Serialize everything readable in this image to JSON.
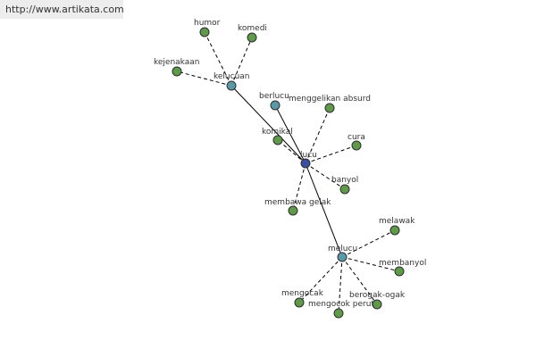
{
  "banner": {
    "url": "http://www.artikata.com"
  },
  "colors": {
    "center": "#3a4f9e",
    "related": "#5a9aa8",
    "leaf": "#5f9a4a",
    "stroke": "#2d2d2d",
    "line": "#000000"
  },
  "graph": {
    "center": "lucu",
    "nodes": [
      {
        "id": "lucu",
        "label": "lucu",
        "kind": "center"
      },
      {
        "id": "kelucuan",
        "label": "kelucuan",
        "kind": "related"
      },
      {
        "id": "berlucu",
        "label": "berlucu",
        "kind": "related"
      },
      {
        "id": "melucu",
        "label": "melucu",
        "kind": "related"
      },
      {
        "id": "humor",
        "label": "humor",
        "kind": "leaf"
      },
      {
        "id": "komedi",
        "label": "komedi",
        "kind": "leaf"
      },
      {
        "id": "kejenakaan",
        "label": "kejenakaan",
        "kind": "leaf"
      },
      {
        "id": "menggelikan-absurd",
        "label": "menggelikan absurd",
        "kind": "leaf"
      },
      {
        "id": "komikal",
        "label": "komikal",
        "kind": "leaf"
      },
      {
        "id": "cura",
        "label": "cura",
        "kind": "leaf"
      },
      {
        "id": "banyol",
        "label": "banyol",
        "kind": "leaf"
      },
      {
        "id": "membawa-gelak",
        "label": "membawa gelak",
        "kind": "leaf"
      },
      {
        "id": "melawak",
        "label": "melawak",
        "kind": "leaf"
      },
      {
        "id": "membanyol",
        "label": "membanyol",
        "kind": "leaf"
      },
      {
        "id": "mengocak",
        "label": "mengocak",
        "kind": "leaf"
      },
      {
        "id": "mengocok-perut",
        "label": "mengocok perut",
        "kind": "leaf"
      },
      {
        "id": "berogak-ogak",
        "label": "berogak-ogak",
        "kind": "leaf"
      }
    ],
    "edges": [
      {
        "from": "kelucuan",
        "to": "lucu",
        "style": "solid"
      },
      {
        "from": "berlucu",
        "to": "lucu",
        "style": "solid"
      },
      {
        "from": "melucu",
        "to": "lucu",
        "style": "solid"
      },
      {
        "from": "kelucuan",
        "to": "humor",
        "style": "dashed"
      },
      {
        "from": "kelucuan",
        "to": "komedi",
        "style": "dashed"
      },
      {
        "from": "kelucuan",
        "to": "kejenakaan",
        "style": "dashed"
      },
      {
        "from": "lucu",
        "to": "menggelikan-absurd",
        "style": "dashed"
      },
      {
        "from": "lucu",
        "to": "komikal",
        "style": "dashed"
      },
      {
        "from": "lucu",
        "to": "cura",
        "style": "dashed"
      },
      {
        "from": "lucu",
        "to": "banyol",
        "style": "dashed"
      },
      {
        "from": "lucu",
        "to": "membawa-gelak",
        "style": "dashed"
      },
      {
        "from": "melucu",
        "to": "melawak",
        "style": "dashed"
      },
      {
        "from": "melucu",
        "to": "membanyol",
        "style": "dashed"
      },
      {
        "from": "melucu",
        "to": "mengocak",
        "style": "dashed"
      },
      {
        "from": "melucu",
        "to": "mengocok-perut",
        "style": "dashed"
      },
      {
        "from": "melucu",
        "to": "berogak-ogak",
        "style": "dashed"
      }
    ]
  }
}
